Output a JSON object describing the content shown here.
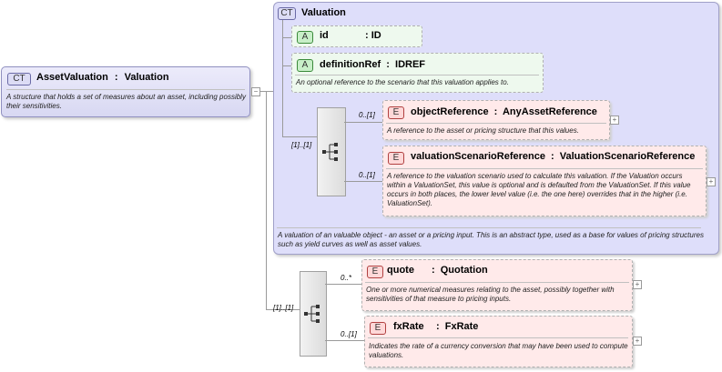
{
  "root": {
    "badge": "CT",
    "name": "AssetValuation",
    "type": "Valuation",
    "description": "A structure that holds a set of measures about an asset, including possibly their sensitivities."
  },
  "valuation": {
    "badge": "CT",
    "title": "Valuation",
    "description": "A valuation of an valuable object - an asset or a pricing input. This is an abstract type, used as a base for values of pricing structures such as yield curves as well as asset values."
  },
  "attributes": [
    {
      "badge": "A",
      "name": "id",
      "type": "ID"
    },
    {
      "badge": "A",
      "name": "definitionRef",
      "type": "IDREF",
      "description": "An optional reference to the scenario that this valuation applies to."
    }
  ],
  "inner_sequence": {
    "cardinality": "[1]..[1]",
    "elements": [
      {
        "badge": "E",
        "cardinality": "0..[1]",
        "name": "objectReference",
        "type": "AnyAssetReference",
        "description": "A reference to the asset or pricing structure that this values."
      },
      {
        "badge": "E",
        "cardinality": "0..[1]",
        "name": "valuationScenarioReference",
        "type": "ValuationScenarioReference",
        "description": "A reference to the valuation scenario used to calculate this valuation. If the Valuation occurs within a ValuationSet, this value is optional and is defaulted from the ValuationSet. If this value occurs in both places, the lower level value (i.e. the one here) overrides that in the higher (i.e. ValuationSet)."
      }
    ]
  },
  "outer_sequence": {
    "cardinality": "[1]..[1]",
    "elements": [
      {
        "badge": "E",
        "cardinality": "0..*",
        "name": "quote",
        "type": "Quotation",
        "description": "One or more numerical measures relating to the asset, possibly together with sensitivities of that measure to pricing inputs."
      },
      {
        "badge": "E",
        "cardinality": "0..[1]",
        "name": "fxRate",
        "type": "FxRate",
        "description": "Indicates the rate of a currency conversion that may have been used to compute valuations."
      }
    ]
  },
  "separator": ":",
  "expand_symbol": "+",
  "minus_symbol": "−"
}
